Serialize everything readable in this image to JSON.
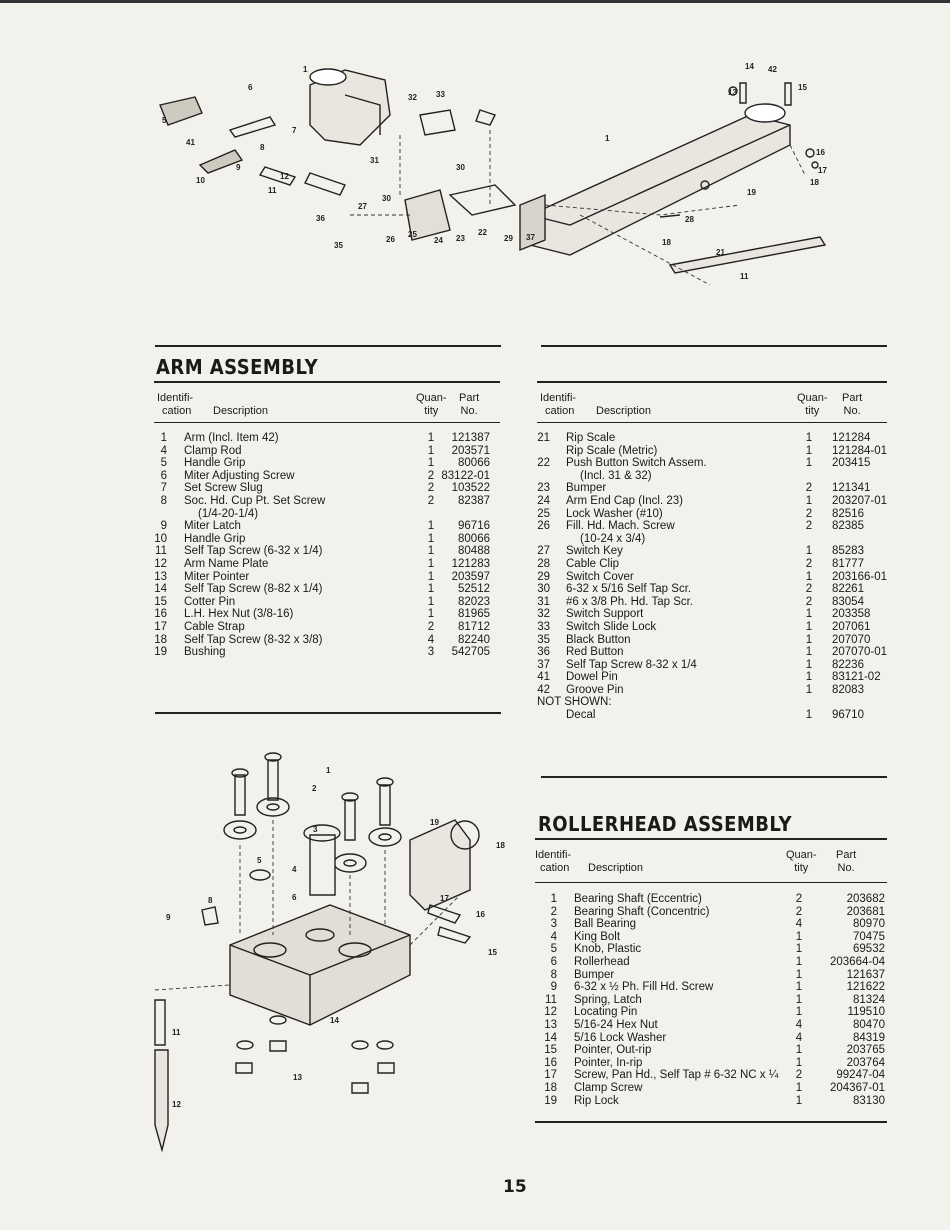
{
  "arm": {
    "title": "ARM ASSEMBLY",
    "col_id": [
      "Identifi-",
      "cation"
    ],
    "col_desc": "Description",
    "col_qty": [
      "Quan-",
      "tity"
    ],
    "col_part": [
      "Part",
      "No."
    ],
    "left_rows": [
      {
        "id": "1",
        "desc": "Arm (Incl. Item 42)",
        "qty": "1",
        "part": "121387"
      },
      {
        "id": "4",
        "desc": "Clamp Rod",
        "qty": "1",
        "part": "203571"
      },
      {
        "id": "5",
        "desc": "Handle Grip",
        "qty": "1",
        "part": "80066"
      },
      {
        "id": "6",
        "desc": "Miter Adjusting Screw",
        "qty": "2",
        "part": "83122-01"
      },
      {
        "id": "7",
        "desc": "Set Screw Slug",
        "qty": "2",
        "part": "103522"
      },
      {
        "id": "8",
        "desc": "Soc. Hd. Cup Pt. Set Screw",
        "qty": "2",
        "part": "82387"
      },
      {
        "id": "",
        "desc": "(1/4-20-1/4)",
        "qty": "",
        "part": "",
        "indent": true
      },
      {
        "id": "9",
        "desc": "Miter Latch",
        "qty": "1",
        "part": "96716"
      },
      {
        "id": "10",
        "desc": "Handle Grip",
        "qty": "1",
        "part": "80066"
      },
      {
        "id": "11",
        "desc": "Self Tap Screw (6-32 x 1/4)",
        "qty": "1",
        "part": "80488"
      },
      {
        "id": "12",
        "desc": "Arm Name Plate",
        "qty": "1",
        "part": "121283"
      },
      {
        "id": "13",
        "desc": "Miter Pointer",
        "qty": "1",
        "part": "203597"
      },
      {
        "id": "14",
        "desc": "Self Tap Screw (8-82 x 1/4)",
        "qty": "1",
        "part": "52512"
      },
      {
        "id": "15",
        "desc": "Cotter Pin",
        "qty": "1",
        "part": "82023"
      },
      {
        "id": "16",
        "desc": "L.H. Hex Nut (3/8-16)",
        "qty": "1",
        "part": "81965"
      },
      {
        "id": "17",
        "desc": "Cable Strap",
        "qty": "2",
        "part": "81712"
      },
      {
        "id": "18",
        "desc": "Self Tap Screw (8-32 x 3/8)",
        "qty": "4",
        "part": "82240"
      },
      {
        "id": "19",
        "desc": "Bushing",
        "qty": "3",
        "part": "542705"
      }
    ],
    "right_rows": [
      {
        "id": "21",
        "desc": "Rip Scale",
        "qty": "1",
        "part": "121284"
      },
      {
        "id": "",
        "desc": "Rip Scale (Metric)",
        "qty": "1",
        "part": "121284-01"
      },
      {
        "id": "22",
        "desc": "Push Button Switch Assem.",
        "qty": "1",
        "part": "203415"
      },
      {
        "id": "",
        "desc": "(Incl. 31 & 32)",
        "qty": "",
        "part": "",
        "indent": true
      },
      {
        "id": "23",
        "desc": "Bumper",
        "qty": "2",
        "part": "121341"
      },
      {
        "id": "24",
        "desc": "Arm End Cap (Incl. 23)",
        "qty": "1",
        "part": "203207-01"
      },
      {
        "id": "25",
        "desc": "Lock Washer (#10)",
        "qty": "2",
        "part": "82516"
      },
      {
        "id": "26",
        "desc": "Fill. Hd. Mach. Screw",
        "qty": "2",
        "part": "82385"
      },
      {
        "id": "",
        "desc": "(10-24 x 3/4)",
        "qty": "",
        "part": "",
        "indent": true
      },
      {
        "id": "27",
        "desc": "Switch Key",
        "qty": "1",
        "part": "85283"
      },
      {
        "id": "28",
        "desc": "Cable Clip",
        "qty": "2",
        "part": "81777"
      },
      {
        "id": "29",
        "desc": "Switch Cover",
        "qty": "1",
        "part": "203166-01"
      },
      {
        "id": "30",
        "desc": "6-32 x 5/16 Self Tap Scr.",
        "qty": "2",
        "part": "82261"
      },
      {
        "id": "31",
        "desc": "#6 x 3/8 Ph. Hd. Tap Scr.",
        "qty": "2",
        "part": "83054"
      },
      {
        "id": "32",
        "desc": "Switch Support",
        "qty": "1",
        "part": "203358"
      },
      {
        "id": "33",
        "desc": "Switch Slide Lock",
        "qty": "1",
        "part": "207061"
      },
      {
        "id": "35",
        "desc": "Black Button",
        "qty": "1",
        "part": "207070"
      },
      {
        "id": "36",
        "desc": "Red Button",
        "qty": "1",
        "part": "207070-01"
      },
      {
        "id": "37",
        "desc": "Self Tap Screw 8-32 x 1/4",
        "qty": "1",
        "part": "82236"
      },
      {
        "id": "41",
        "desc": "Dowel Pin",
        "qty": "1",
        "part": "83121-02"
      },
      {
        "id": "42",
        "desc": "Groove Pin",
        "qty": "1",
        "part": "82083"
      },
      {
        "id": "NOT SHOWN:",
        "desc": "",
        "qty": "",
        "part": "",
        "wide": true
      },
      {
        "id": "",
        "desc": "Decal",
        "qty": "1",
        "part": "96710"
      }
    ]
  },
  "rollerhead": {
    "title": "ROLLERHEAD ASSEMBLY",
    "col_id": [
      "Identifi-",
      "cation"
    ],
    "col_desc": "Description",
    "col_qty": [
      "Quan-",
      "tity"
    ],
    "col_part": [
      "Part",
      "No."
    ],
    "rows": [
      {
        "id": "1",
        "desc": "Bearing Shaft (Eccentric)",
        "qty": "2",
        "part": "203682"
      },
      {
        "id": "2",
        "desc": "Bearing Shaft (Concentric)",
        "qty": "2",
        "part": "203681"
      },
      {
        "id": "3",
        "desc": "Ball Bearing",
        "qty": "4",
        "part": "80970"
      },
      {
        "id": "4",
        "desc": "King Bolt",
        "qty": "1",
        "part": "70475"
      },
      {
        "id": "5",
        "desc": "Knob, Plastic",
        "qty": "1",
        "part": "69532"
      },
      {
        "id": "6",
        "desc": "Rollerhead",
        "qty": "1",
        "part": "203664-04"
      },
      {
        "id": "8",
        "desc": "Bumper",
        "qty": "1",
        "part": "121637"
      },
      {
        "id": "9",
        "desc": "6-32 x ½ Ph. Fill Hd. Screw",
        "qty": "1",
        "part": "121622"
      },
      {
        "id": "11",
        "desc": "Spring, Latch",
        "qty": "1",
        "part": "81324"
      },
      {
        "id": "12",
        "desc": "Locating Pin",
        "qty": "1",
        "part": "119510"
      },
      {
        "id": "13",
        "desc": "5/16-24 Hex Nut",
        "qty": "4",
        "part": "80470"
      },
      {
        "id": "14",
        "desc": "5/16 Lock Washer",
        "qty": "4",
        "part": "84319"
      },
      {
        "id": "15",
        "desc": "Pointer, Out-rip",
        "qty": "1",
        "part": "203765"
      },
      {
        "id": "16",
        "desc": "Pointer, In-rip",
        "qty": "1",
        "part": "203764"
      },
      {
        "id": "17",
        "desc": "Screw, Pan Hd., Self Tap # 6-32 NC x ¼",
        "qty": "2",
        "part": "99247-04"
      },
      {
        "id": "18",
        "desc": "Clamp Screw",
        "qty": "1",
        "part": "204367-01"
      },
      {
        "id": "19",
        "desc": "Rip Lock",
        "qty": "1",
        "part": "83130"
      }
    ]
  },
  "arm_diagram_callouts": [
    "1",
    "6",
    "5",
    "41",
    "10",
    "9",
    "7",
    "8",
    "12",
    "11",
    "32",
    "33",
    "31",
    "30",
    "36",
    "35",
    "27",
    "26",
    "25",
    "24",
    "23",
    "22",
    "29",
    "37",
    "14",
    "42",
    "13",
    "15",
    "16",
    "17",
    "18",
    "19",
    "28",
    "21"
  ],
  "roller_diagram_callouts": [
    "1",
    "2",
    "3",
    "19",
    "18",
    "4",
    "5",
    "8",
    "9",
    "6",
    "17",
    "16",
    "15",
    "11",
    "12",
    "14",
    "13"
  ],
  "page_number": "15"
}
